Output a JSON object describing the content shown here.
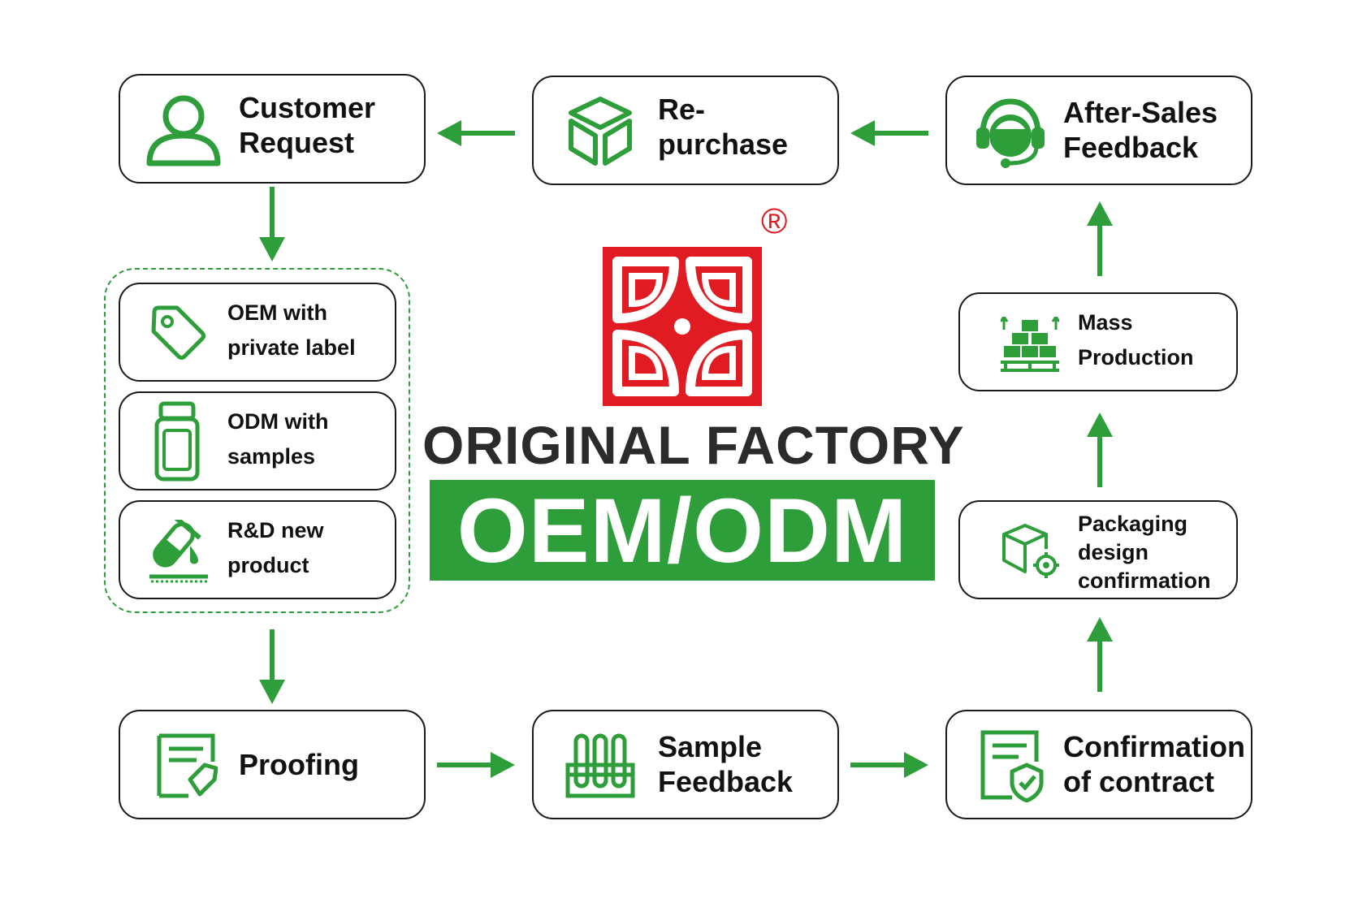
{
  "brand": {
    "title": "ORIGINAL FACTORY",
    "banner": "OEM/ODM",
    "registered_mark": "®"
  },
  "steps": {
    "customer_request": {
      "line1": "Customer",
      "line2": "Request",
      "icon": "user-icon"
    },
    "repurchase": {
      "line1": "Re-",
      "line2": "purchase",
      "icon": "box-icon"
    },
    "after_sales": {
      "line1": "After-Sales",
      "line2": "Feedback",
      "icon": "headset-icon"
    },
    "oem_private": {
      "line1": "OEM with",
      "line2": "private label",
      "icon": "tag-icon"
    },
    "odm_samples": {
      "line1": "ODM with",
      "line2": "samples",
      "icon": "bottle-icon"
    },
    "rd_new": {
      "line1": "R&D new",
      "line2": "product",
      "icon": "test-tube-icon"
    },
    "mass_production": {
      "line1": "Mass",
      "line2": "Production",
      "icon": "pallet-boxes-icon"
    },
    "packaging": {
      "line1": "Packaging",
      "line2": "design",
      "line3": "confirmation",
      "icon": "box-gear-icon"
    },
    "proofing": {
      "line1": "Proofing",
      "icon": "document-tag-icon"
    },
    "sample_feedback": {
      "line1": "Sample",
      "line2": "Feedback",
      "icon": "test-tubes-rack-icon"
    },
    "contract": {
      "line1": "Confirmation",
      "line2": "of contract",
      "icon": "document-shield-icon"
    }
  },
  "colors": {
    "accent": "#2e9e3a",
    "logo_red": "#e01b22",
    "border": "#1a1a1a"
  }
}
